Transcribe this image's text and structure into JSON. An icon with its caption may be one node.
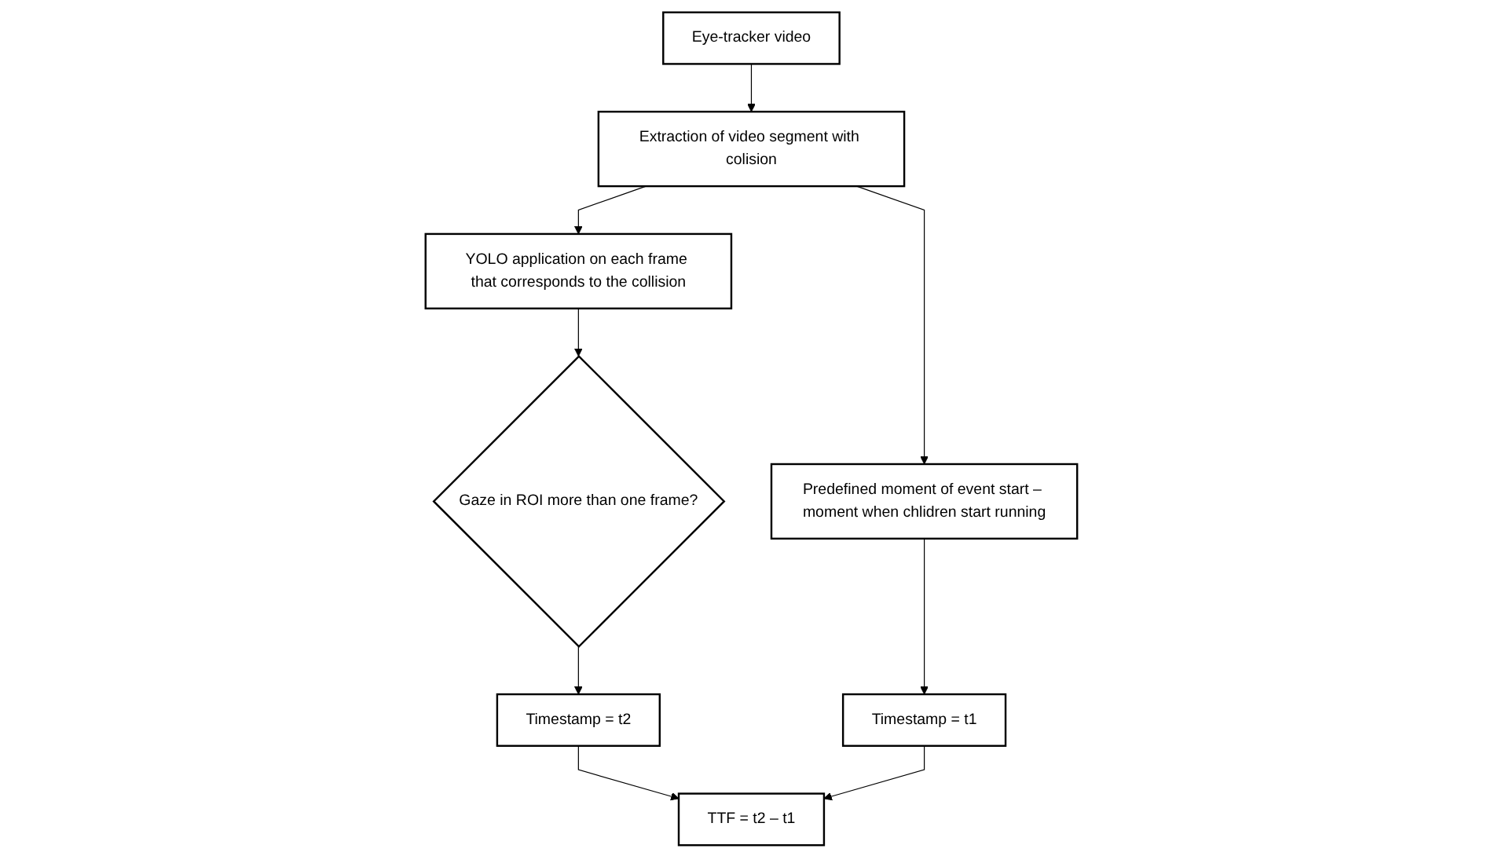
{
  "diagram": {
    "nodes": [
      {
        "text": [
          "Eye-tracker video"
        ]
      },
      {
        "text": [
          "Extraction of video segment with colision"
        ]
      },
      {
        "text": [
          "YOLO application on each frame that corresponds to the collision"
        ]
      },
      {
        "text": [
          "Gaze in ROI more than one frame?"
        ]
      },
      {
        "text": [
          "Predefined moment of event start – moment when chlidren start running"
        ]
      },
      {
        "text": [
          "Timestamp = t2"
        ]
      },
      {
        "text": [
          "Timestamp = t1"
        ]
      },
      {
        "text": [
          "TTF = t2 – t1"
        ]
      }
    ],
    "edges": [
      {
        "from": 0,
        "to": 1,
        "arrow": "to"
      },
      {
        "from": 1,
        "to": 2,
        "arrow": "to"
      },
      {
        "from": 2,
        "to": 3,
        "arrow": "to"
      },
      {
        "from": 1,
        "to": 4,
        "arrow": "to"
      },
      {
        "from": 3,
        "to": 5,
        "arrow": "to"
      },
      {
        "from": 4,
        "to": 6,
        "arrow": "to"
      },
      {
        "from": 5,
        "to": 7,
        "arrow": "to"
      },
      {
        "from": 6,
        "to": 7,
        "arrow": "to"
      }
    ]
  }
}
